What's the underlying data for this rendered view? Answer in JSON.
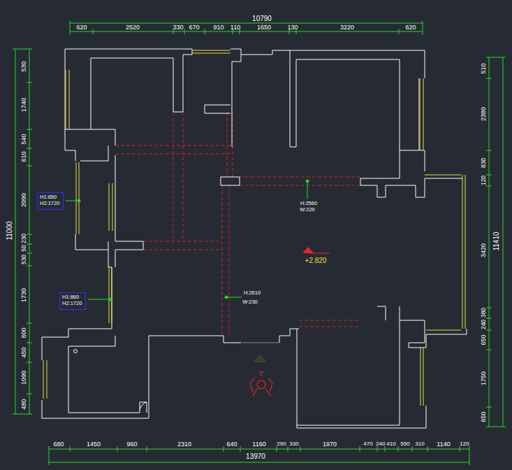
{
  "diagram": {
    "nodes": [
      {
        "text": [
          "H1:650",
          "H2:1720"
        ]
      },
      {
        "text": [
          "H1:860",
          "H2:1720"
        ]
      }
    ],
    "labels": [
      "10790",
      "620",
      "2520",
      "330",
      "670",
      "910",
      "110",
      "1650",
      "130",
      "3220",
      "620",
      "11000",
      "530",
      "1740",
      "540",
      "610",
      "2090",
      "230",
      "50",
      "530",
      "1730",
      "600",
      "450",
      "1090",
      "480",
      "510",
      "2380",
      "830",
      "120",
      "3420",
      "380",
      "240",
      "650",
      "1750",
      "650",
      "11410",
      "680",
      "1450",
      "960",
      "2310",
      "640",
      "1160",
      "290",
      "330",
      "1970",
      "470",
      "240",
      "410",
      "550",
      "310",
      "1140",
      "120",
      "13970",
      "H:2560",
      "W:220",
      "H:2610",
      "W:230",
      "+2.820"
    ]
  }
}
